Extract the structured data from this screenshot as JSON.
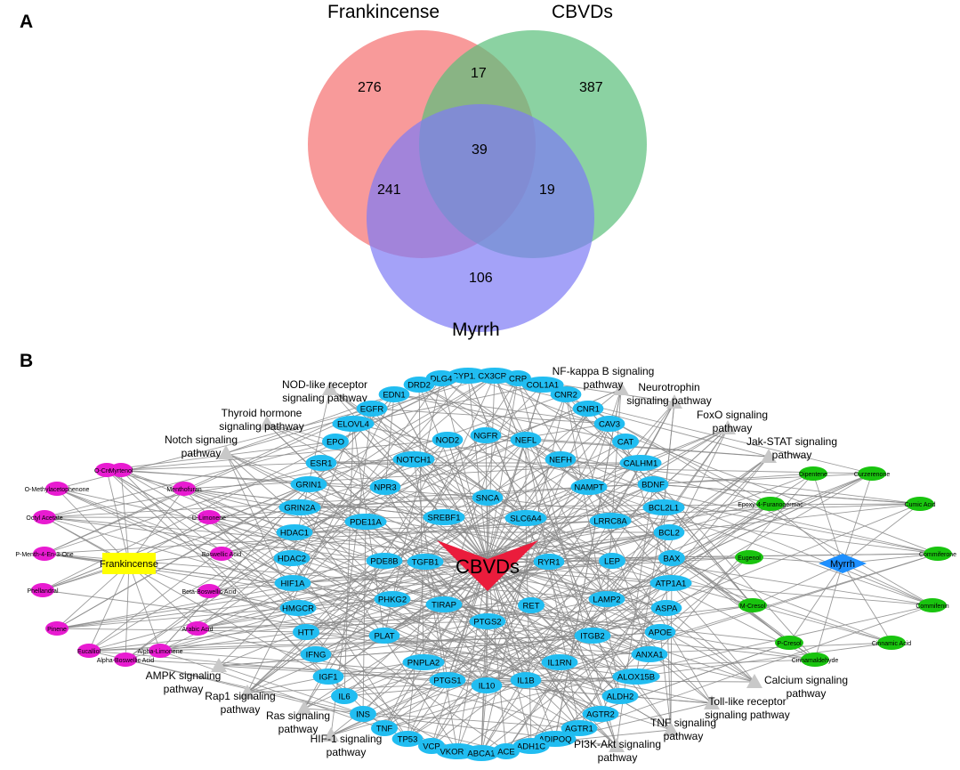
{
  "panels": {
    "a": "A",
    "b": "B"
  },
  "venn": {
    "sets": [
      {
        "name": "Frankincense",
        "color": "#f56f6f"
      },
      {
        "name": "CBVDs",
        "color": "#5abf7a"
      },
      {
        "name": "Myrrh",
        "color": "#7d7af5"
      }
    ],
    "regions": {
      "frankincense_only": "276",
      "frankincense_cbvds": "17",
      "cbvds_only": "387",
      "all_three": "39",
      "frankincense_myrrh": "241",
      "cbvds_myrrh": "19",
      "myrrh_only": "106"
    }
  },
  "network": {
    "colors": {
      "target": "#21bdf1",
      "frankincense_ingredient": "#e81bd1",
      "myrrh_ingredient": "#19c40f",
      "frankincense_hub": "#ffff00",
      "myrrh_hub": "#1e90ff",
      "disease_hub": "#ea1c3c",
      "pathway": "#c8c8c8",
      "edge": "#8a8a8a"
    },
    "hubs": {
      "disease": "CBVDs",
      "frankincense": "Frankincense",
      "myrrh": "Myrrh"
    },
    "frankincense_ingredients": [
      "O-Cresol",
      "Myrtenol",
      "O-Methylacetophenone",
      "Menthofuran",
      "Octyl Acetate",
      "D-Limonene",
      "P-Menth-4-En-3-One",
      "Boswellic Acid",
      "Phellandral",
      "Beta-Boswellic Acid",
      "Pinene",
      "Arabic Acid",
      "Eucalliol",
      "Alpha-Limonene",
      "Alpha-Boswellic Acid"
    ],
    "myrrh_ingredients": [
      "Dipentene",
      "Curzerenone",
      "Epoxy-4-Furanogermac",
      "Cumic Acid",
      "Eugenol",
      "Commiferone",
      "M-Cresol",
      "Commifenin",
      "P-Cresol",
      "Cinnamic Acid",
      "Cinnamaldehyde"
    ],
    "targets": [
      "CYP11B",
      "CX3CR1",
      "DLG4",
      "CRP",
      "DRD2",
      "COL1A1",
      "EDN1",
      "CNR2",
      "EGFR",
      "CNR1",
      "ELOVL4",
      "CAV3",
      "EPO",
      "CAT",
      "NOD2",
      "NGFR",
      "NEFL",
      "NOTCH1",
      "NEFH",
      "ESR1",
      "CALHM1",
      "GRIN1",
      "NPR3",
      "NAMPT",
      "BDNF",
      "SNCA",
      "GRIN2A",
      "SREBF1",
      "SLC6A4",
      "LRRC8A",
      "BCL2L1",
      "PDE11A",
      "HDAC1",
      "BCL2",
      "HDAC2",
      "PDE8B",
      "TGFB1",
      "RYR1",
      "LEP",
      "BAX",
      "HIF1A",
      "PHKG2",
      "ATP1A1",
      "TIRAP",
      "LAMP2",
      "HMGCR",
      "RET",
      "ASPA",
      "PTGS2",
      "HTT",
      "PLAT",
      "ITGB2",
      "APOE",
      "IFNG",
      "PNPLA2",
      "ANXA1",
      "IL1RN",
      "IGF1",
      "PTGS1",
      "IL10",
      "IL1B",
      "ALOX15B",
      "IL6",
      "ALDH2",
      "INS",
      "AGTR2",
      "TNF",
      "AGTR1",
      "TP53",
      "ADIPOQ",
      "VCP",
      "ADH1C",
      "VKORC1",
      "ABCA1",
      "ACE"
    ],
    "pathways": [
      "NOD-like receptor signaling pathway",
      "NF-kappa B signaling pathway",
      "Neurotrophin signaling pathway",
      "Thyroid hormone signaling pathway",
      "FoxO signaling pathway",
      "Notch signaling pathway",
      "Jak-STAT signaling pathway",
      "AMPK signaling pathway",
      "Rap1 signaling pathway",
      "Ras signaling pathway",
      "HIF-1 signaling pathway",
      "Calcium signaling pathway",
      "Toll-like receptor signaling pathway",
      "TNF signaling pathway",
      "PI3K-Akt signaling pathway"
    ]
  }
}
